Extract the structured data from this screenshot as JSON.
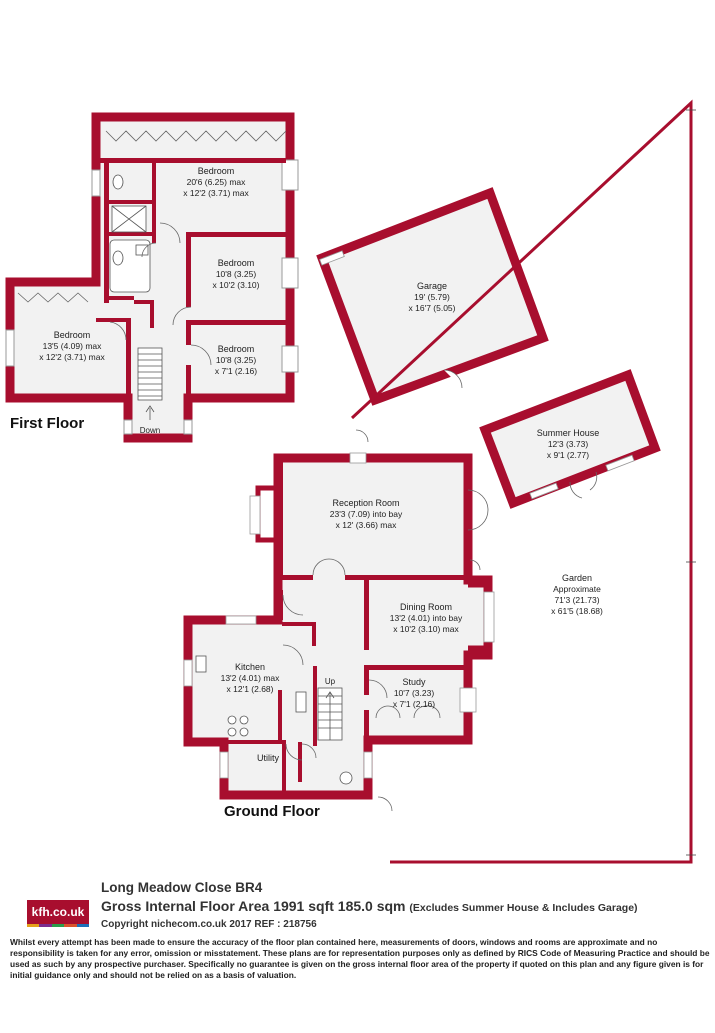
{
  "colors": {
    "wall": "#a80e2e",
    "floor_fill": "#f2f2f2",
    "logo_bg": "#a80e2e"
  },
  "floors": {
    "first": "First Floor",
    "ground": "Ground Floor"
  },
  "rooms": {
    "bedroom1": {
      "name": "Bedroom",
      "dim1": "20'6 (6.25) max",
      "dim2": "x 12'2 (3.71) max"
    },
    "bedroom2": {
      "name": "Bedroom",
      "dim1": "10'8 (3.25)",
      "dim2": "x 10'2 (3.10)"
    },
    "bedroom3": {
      "name": "Bedroom",
      "dim1": "13'5 (4.09) max",
      "dim2": "x 12'2 (3.71) max"
    },
    "bedroom4": {
      "name": "Bedroom",
      "dim1": "10'8 (3.25)",
      "dim2": "x 7'1 (2.16)"
    },
    "garage": {
      "name": "Garage",
      "dim1": "19' (5.79)",
      "dim2": "x 16'7 (5.05)"
    },
    "summer_house": {
      "name": "Summer House",
      "dim1": "12'3 (3.73)",
      "dim2": "x 9'1 (2.77)"
    },
    "reception": {
      "name": "Reception Room",
      "dim1": "23'3 (7.09) into bay",
      "dim2": "x 12' (3.66) max"
    },
    "dining": {
      "name": "Dining Room",
      "dim1": "13'2 (4.01) into bay",
      "dim2": "x 10'2 (3.10) max"
    },
    "kitchen": {
      "name": "Kitchen",
      "dim1": "13'2 (4.01) max",
      "dim2": "x 12'1 (2.68)"
    },
    "study": {
      "name": "Study",
      "dim1": "10'7 (3.23)",
      "dim2": "x 7'1 (2.16)"
    },
    "utility": {
      "name": "Utility"
    },
    "garden": {
      "name": "Garden",
      "line2": "Approximate",
      "dim1": "71'3 (21.73)",
      "dim2": "x 61'5 (18.68)"
    }
  },
  "stairs": {
    "down": "Down",
    "up": "Up"
  },
  "footer": {
    "logo": "kfh.co.uk",
    "logo_stripe_colors": [
      "#e4a11b",
      "#7b2d8e",
      "#2a9d4a",
      "#d9532c",
      "#1d6fb8"
    ],
    "address": "Long Meadow Close   BR4",
    "area": "Gross Internal Floor Area 1991 sqft 185.0 sqm",
    "area_note": "(Excludes Summer House & Includes Garage)",
    "copyright": "Copyright nichecom.co.uk 2017 REF : 218756",
    "disclaimer": "Whilst every attempt has been made to ensure the accuracy of the floor plan contained here, measurements of doors, windows and rooms are approximate and no responsibility is taken for any error, omission or misstatement.  These plans are for representation purposes only as defined by RICS Code of Measuring Practice and should be used as such by any prospective purchaser.  Specifically no guarantee is given on the gross internal floor area of the property if quoted on this plan and any figure given is for initial guidance only and should not be relied on as a basis of valuation."
  }
}
